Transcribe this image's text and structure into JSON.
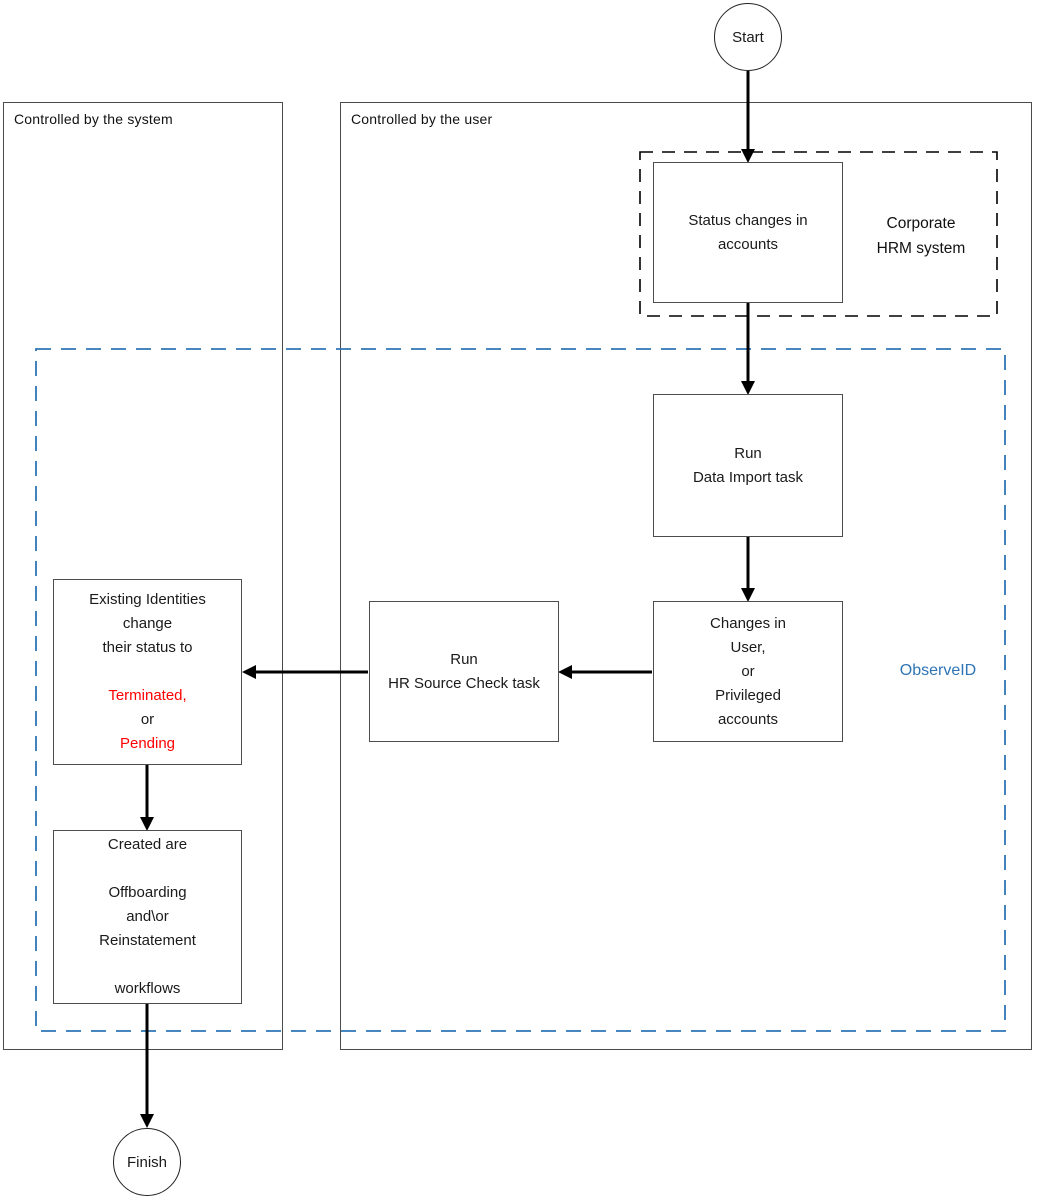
{
  "colors": {
    "accent_blue": "#2e75b6",
    "alert_red": "#ff0000",
    "line_black": "#000000",
    "box_border": "#4d4d4d"
  },
  "containers": {
    "system": {
      "label": "Controlled by the system"
    },
    "user": {
      "label": "Controlled by the user"
    }
  },
  "groups": {
    "hrm": {
      "label_lines": [
        "Corporate",
        "HRM system"
      ]
    },
    "observeid": {
      "label": "ObserveID"
    }
  },
  "terminals": {
    "start": "Start",
    "finish": "Finish"
  },
  "nodes": {
    "status_changes": {
      "lines": [
        "Status changes in",
        "accounts"
      ]
    },
    "data_import": {
      "lines": [
        "Run",
        "Data Import task"
      ]
    },
    "changes_accounts": {
      "lines": [
        "Changes in",
        "User,",
        "or",
        "Privileged",
        "accounts"
      ]
    },
    "hr_source_check": {
      "lines": [
        "Run",
        "HR Source Check task"
      ]
    },
    "existing_identities": {
      "lines": [
        "Existing Identities",
        "change",
        "their status to",
        "",
        "Terminated,",
        "or",
        "Pending"
      ]
    },
    "created_workflows": {
      "lines": [
        "Created are",
        "",
        "Offboarding",
        "and\\or",
        "Reinstatement",
        "",
        "workflows"
      ]
    }
  }
}
